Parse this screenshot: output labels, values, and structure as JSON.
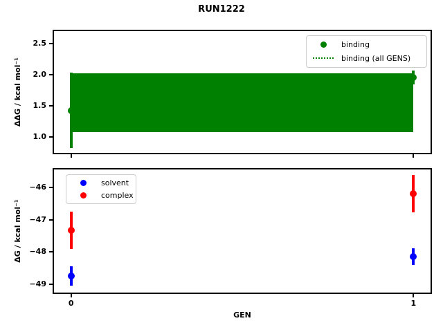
{
  "title": "RUN1222",
  "colors": {
    "binding": "#008000",
    "solvent": "#0000ff",
    "complex": "#ff0000",
    "axis": "#000000",
    "legend_border": "#cccccc"
  },
  "chart_data": {
    "type": "scatter",
    "title": "RUN1222",
    "xlabel": "GEN",
    "xlim": [
      -0.05,
      1.05
    ],
    "x_ticks": [
      {
        "v": 0,
        "label": "0"
      },
      {
        "v": 1,
        "label": "1"
      }
    ],
    "subplots": [
      {
        "name": "binding-free-energy",
        "ylabel": "ΔΔG / kcal mol⁻¹",
        "ylim": [
          0.75,
          2.7
        ],
        "yticks": [
          {
            "v": 1.0,
            "label": "1.0"
          },
          {
            "v": 1.5,
            "label": "1.5"
          },
          {
            "v": 2.0,
            "label": "2.0"
          },
          {
            "v": 2.5,
            "label": "2.5"
          }
        ],
        "show_xticklabels": false,
        "band": {
          "label": "binding (all GENS)",
          "y_low": 1.08,
          "y_high": 2.02,
          "center": 1.55,
          "color": "#008000",
          "line_style": "dotted"
        },
        "series": [
          {
            "name": "binding",
            "color": "#008000",
            "x": [
              0,
              1
            ],
            "y": [
              1.43,
              1.96
            ],
            "yerr": [
              0.6,
              0.11
            ]
          }
        ],
        "legend": {
          "location": "upper right",
          "entries": [
            {
              "label": "binding",
              "marker": "dot",
              "color": "#008000"
            },
            {
              "label": "binding (all GENS)",
              "marker": "dotted-line",
              "color": "#008000"
            }
          ]
        }
      },
      {
        "name": "leg-free-energies",
        "ylabel": "ΔG / kcal mol⁻¹",
        "xlabel": "GEN",
        "ylim": [
          -49.25,
          -45.45
        ],
        "yticks": [
          {
            "v": -46,
            "label": "−46"
          },
          {
            "v": -47,
            "label": "−47"
          },
          {
            "v": -48,
            "label": "−48"
          },
          {
            "v": -49,
            "label": "−49"
          }
        ],
        "show_xticklabels": true,
        "series": [
          {
            "name": "solvent",
            "color": "#0000ff",
            "x": [
              0,
              1
            ],
            "y": [
              -48.73,
              -48.14
            ],
            "yerr": [
              0.3,
              0.26
            ]
          },
          {
            "name": "complex",
            "color": "#ff0000",
            "x": [
              0,
              1
            ],
            "y": [
              -47.33,
              -46.2
            ],
            "yerr": [
              0.58,
              0.58
            ]
          }
        ],
        "legend": {
          "location": "upper left",
          "entries": [
            {
              "label": "solvent",
              "marker": "dot",
              "color": "#0000ff"
            },
            {
              "label": "complex",
              "marker": "dot",
              "color": "#ff0000"
            }
          ]
        }
      }
    ]
  }
}
